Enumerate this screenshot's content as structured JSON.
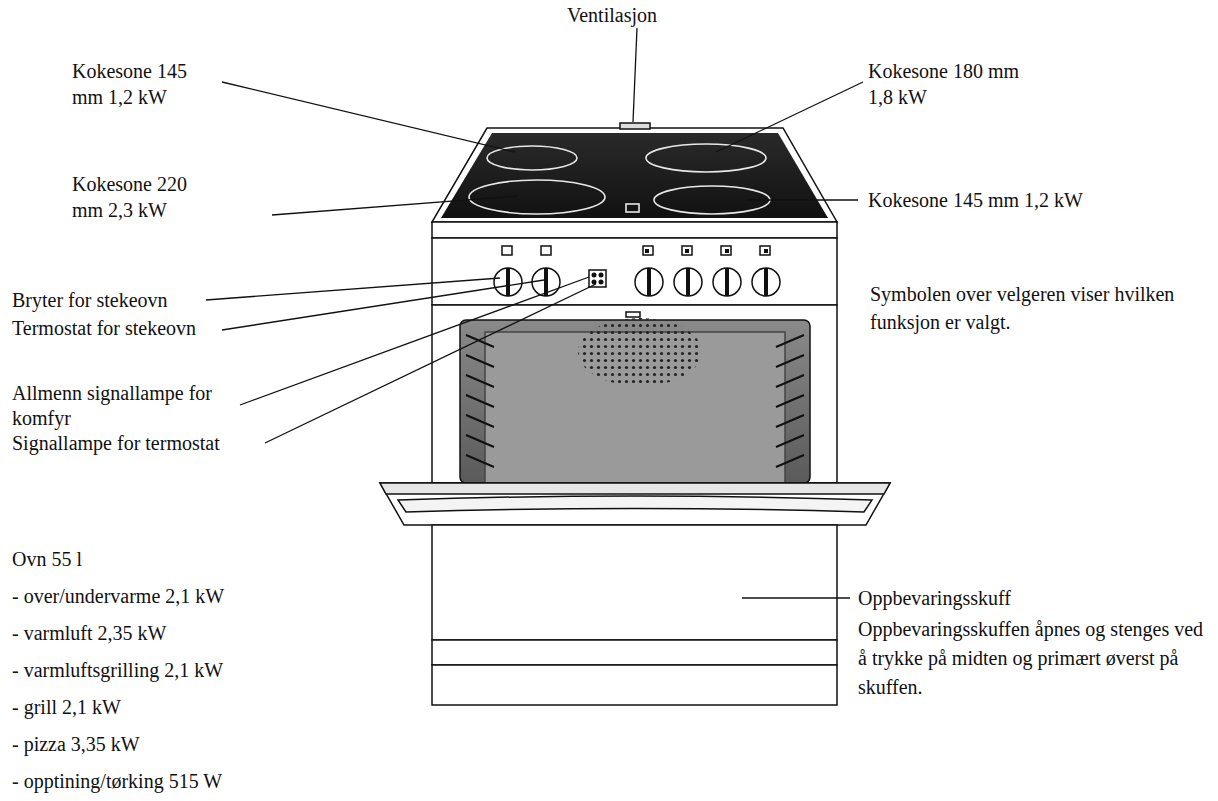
{
  "diagram": {
    "labels": [
      "Ventilasjon",
      "Kokesone 145 mm 1,2 kW",
      "Kokesone 180 mm 1,8 kW",
      "Kokesone 220 mm 2,3 kW",
      "Kokesone 145 mm 1,2 kW",
      "Bryter for stekeovn",
      "Symbolen over velgeren viser hvilken funksjon er valgt.",
      "Termostat for stekeovn",
      "Allmenn signallampe for komfyr",
      "Signallampe for termostat",
      "Ovn 55 l",
      "- over/undervarme 2,1 kW",
      "- varmluft 2,35 kW",
      "- varmluftsgrilling 2,1 kW",
      "- grill 2,1 kW",
      "- pizza 3,35 kW",
      "- opptining/tørking 515 W",
      "Oppbevaringsskuff",
      "Oppbevaringsskuffen åpnes og stenges ved å trykke på midten og primært øverst på skuffen."
    ]
  }
}
